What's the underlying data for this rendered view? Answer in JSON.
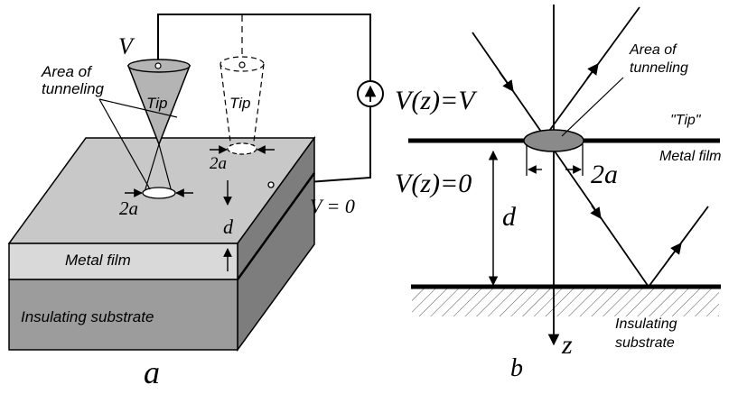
{
  "panel_a": {
    "label": "a",
    "voltage_label": "V",
    "area_label_line1": "Area of",
    "area_label_line2": "tunneling",
    "tip_label": "Tip",
    "tip_ghost_label": "Tip",
    "two_a_label_1": "2a",
    "two_a_label_2": "2a",
    "d_label": "d",
    "ground_label": "V = 0",
    "film_label": "Metal film",
    "substrate_label": "Insulating substrate",
    "colors": {
      "top_face": "#c8c8c8",
      "film_front": "#d9d9d9",
      "substrate_front": "#9c9c9c",
      "side_face": "#7d7d7d",
      "tip_fill": "#b4b4b4"
    }
  },
  "panel_b": {
    "label": "b",
    "potential_top": "V(z)=V",
    "potential_bottom": "V(z)=0",
    "area_label_line1": "Area of",
    "area_label_line2": "tunneling",
    "tip_quote": "\"Tip\"",
    "film_label": "Metal film",
    "two_a_label": "2a",
    "d_label": "d",
    "z_label": "z",
    "substrate_line1": "Insulating",
    "substrate_line2": "substrate",
    "colors": {
      "tunneling_area": "#8a8a8a"
    }
  }
}
